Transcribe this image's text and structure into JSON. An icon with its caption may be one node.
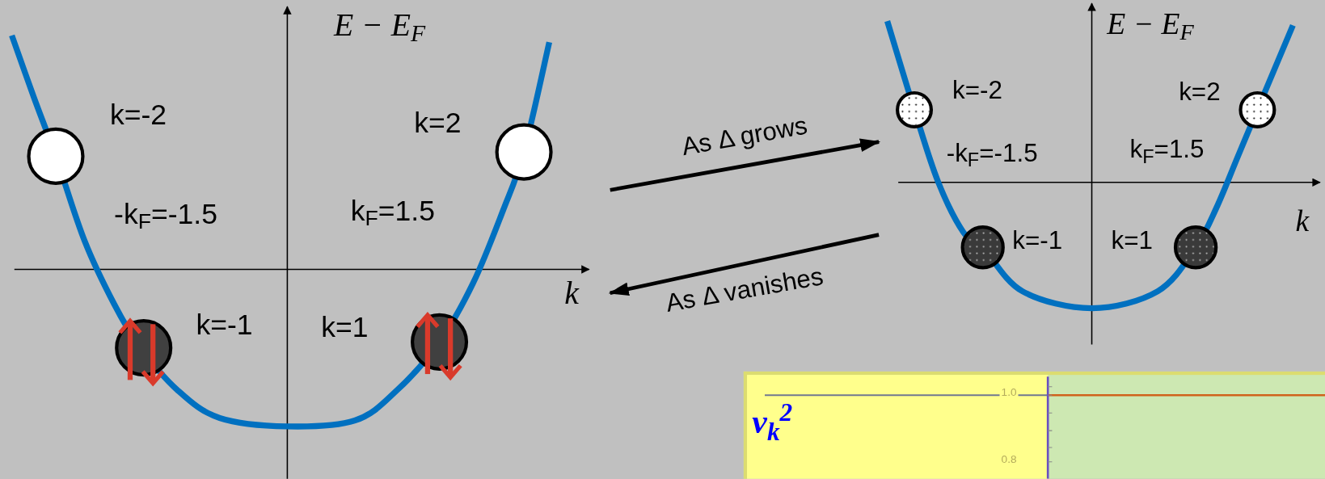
{
  "diagram": {
    "nodes": [
      {
        "text": [],
        "shape": "picture"
      },
      {
        "text": [],
        "shape": "picture"
      }
    ],
    "edges": [
      {
        "from": 0,
        "to": 1,
        "arrow": "to",
        "label": "As Δ grows"
      },
      {
        "from": 1,
        "to": 0,
        "arrow": "to",
        "label": "As Δ vanishes"
      }
    ],
    "labels": [
      "E − E$_{F}$",
      "k=-2",
      "k=2",
      "-k$_{F}$=-1.5",
      "k$_{F}$=1.5",
      "k",
      "k=-1",
      "k=1",
      "E − E$_{F}$",
      "k=-2",
      "k=2",
      "-k$_{F}$=-1.5",
      "k$_{F}$=1.5",
      "k=-1",
      "k=1",
      "k",
      "1.0",
      "v$_{k}$$^{2}$",
      "0.8"
    ]
  }
}
